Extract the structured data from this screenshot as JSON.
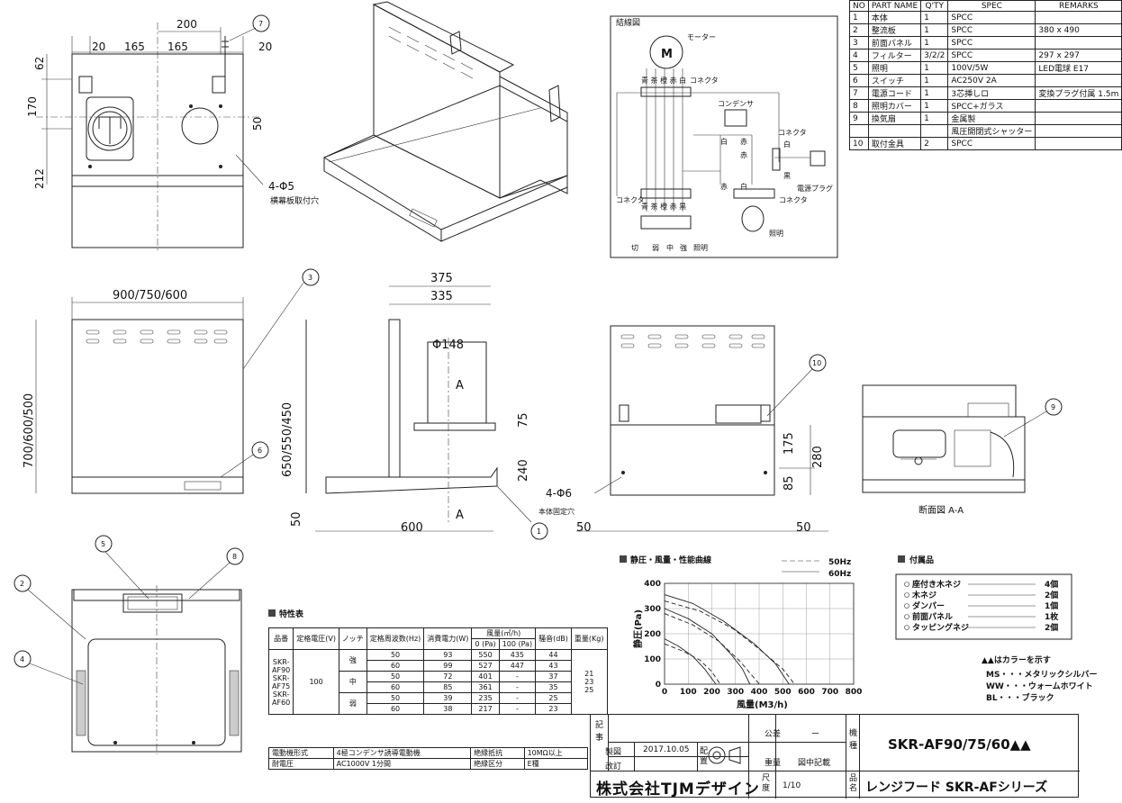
{
  "parts_table": {
    "headers": [
      "NO",
      "PART NAME",
      "Q'TY",
      "SPEC",
      "REMARKS"
    ],
    "rows": [
      [
        "1",
        "本体",
        "1",
        "SPCC",
        ""
      ],
      [
        "2",
        "整流板",
        "1",
        "SPCC",
        "380 x 490"
      ],
      [
        "3",
        "前面パネル",
        "1",
        "SPCC",
        ""
      ],
      [
        "4",
        "フィルター",
        "3/2/2",
        "SPCC",
        "297 x 297"
      ],
      [
        "5",
        "照明",
        "1",
        "100V/5W",
        "LED電球 E17"
      ],
      [
        "6",
        "スイッチ",
        "1",
        "AC250V 2A",
        ""
      ],
      [
        "7",
        "電源コード",
        "1",
        "3芯挿しロ",
        "変換プラグ付属 1.5m"
      ],
      [
        "8",
        "照明カバー",
        "1",
        "SPCC+ガラス",
        ""
      ],
      [
        "9",
        "換気扇",
        "1",
        "金属製",
        ""
      ],
      [
        "",
        "",
        "",
        "風圧開閉式シャッター",
        ""
      ],
      [
        "10",
        "取付金具",
        "2",
        "SPCC",
        ""
      ]
    ]
  },
  "wiring": {
    "title": "結線図",
    "motor_symbol": "M",
    "motor_label": "モーター",
    "top_colors": "青 茶 橙 赤 白",
    "connector": "コネクタ",
    "capacitor": "コンデンサ",
    "white": "白",
    "red": "赤",
    "black": "黒",
    "plug": "電源プラグ",
    "bottom_colors": "青 茶 橙 赤 黒",
    "light": "照明",
    "switch_labels": [
      "切",
      "弱",
      "中",
      "強",
      "照明"
    ]
  },
  "top_view": {
    "dims": [
      "200",
      "20",
      "165",
      "165",
      "20",
      "62",
      "170",
      "50",
      "212"
    ],
    "hole_note": "4-Φ5",
    "hole_desc": "横幕板取付穴"
  },
  "front_view": {
    "width_dim": "900/750/600",
    "height_dim": "700/600/500"
  },
  "side_view": {
    "dims": [
      "375",
      "335",
      "Φ148",
      "650/550/450",
      "75",
      "240",
      "50",
      "600"
    ],
    "section_mark": "A",
    "fix_hole": "4-Φ6",
    "fix_desc": "本体固定穴"
  },
  "rear_view": {
    "dims": [
      "175",
      "280",
      "85",
      "50",
      "50"
    ]
  },
  "section": {
    "caption": "断面図 A-A"
  },
  "callouts": [
    "1",
    "2",
    "3",
    "4",
    "5",
    "6",
    "7",
    "8",
    "9",
    "10"
  ],
  "spec_table": {
    "title": "特性表",
    "headers": {
      "model": "品番",
      "voltage": "定格電圧(V)",
      "notch": "ノッチ",
      "freq": "定格周波数(Hz)",
      "power": "消費電力(W)",
      "airflow": "風量(㎥/h)",
      "p0": "0 (Pa)",
      "p100": "100 (Pa)",
      "noise": "騒音(dB)",
      "weight": "重量(Kg)"
    },
    "models": "SKR-AF90 SKR-AF75 SKR-AF60",
    "voltage": "100",
    "notches": [
      "強",
      "中",
      "弱"
    ],
    "rows": [
      [
        "50",
        "93",
        "550",
        "435",
        "44"
      ],
      [
        "60",
        "99",
        "527",
        "447",
        "43"
      ],
      [
        "50",
        "72",
        "401",
        "-",
        "37"
      ],
      [
        "60",
        "85",
        "361",
        "-",
        "35"
      ],
      [
        "50",
        "39",
        "235",
        "-",
        "25"
      ],
      [
        "60",
        "38",
        "217",
        "-",
        "23"
      ]
    ],
    "weights": [
      "21",
      "23",
      "25"
    ],
    "motor_type_label": "電動機形式",
    "motor_type": "4極コンデンサ誘導電動機",
    "insulation_label": "絶縁抵抗",
    "insulation": "10MΩ以上",
    "withstand_label": "耐電圧",
    "withstand": "AC1000V 1分間",
    "class_label": "絶縁区分",
    "class": "E種"
  },
  "chart_data": {
    "type": "line",
    "title": "静圧・風量・性能曲線",
    "xlabel": "風量(M3/h)",
    "ylabel": "静圧(Pa)",
    "xlim": [
      0,
      800
    ],
    "ylim": [
      0,
      400
    ],
    "xticks": [
      0,
      100,
      200,
      300,
      400,
      500,
      600,
      700,
      800
    ],
    "yticks": [
      0,
      100,
      200,
      300,
      400
    ],
    "grid": true,
    "legend_position": "top-right",
    "series": [
      {
        "name": "60Hz",
        "style": "solid",
        "points": [
          [
            0,
            355
          ],
          [
            120,
            320
          ],
          [
            250,
            250
          ],
          [
            380,
            160
          ],
          [
            470,
            80
          ],
          [
            527,
            0
          ]
        ]
      },
      {
        "name": "50Hz",
        "style": "dashed",
        "points": [
          [
            0,
            330
          ],
          [
            150,
            290
          ],
          [
            290,
            220
          ],
          [
            400,
            140
          ],
          [
            500,
            60
          ],
          [
            550,
            0
          ]
        ]
      },
      {
        "name": "60Hz",
        "style": "solid",
        "points": [
          [
            0,
            300
          ],
          [
            100,
            260
          ],
          [
            200,
            200
          ],
          [
            280,
            120
          ],
          [
            330,
            60
          ],
          [
            361,
            0
          ]
        ]
      },
      {
        "name": "50Hz",
        "style": "dashed",
        "points": [
          [
            0,
            280
          ],
          [
            120,
            235
          ],
          [
            230,
            170
          ],
          [
            320,
            90
          ],
          [
            401,
            0
          ]
        ]
      },
      {
        "name": "60Hz",
        "style": "solid",
        "points": [
          [
            0,
            180
          ],
          [
            60,
            150
          ],
          [
            120,
            110
          ],
          [
            170,
            60
          ],
          [
            217,
            0
          ]
        ]
      },
      {
        "name": "50Hz",
        "style": "dashed",
        "points": [
          [
            0,
            160
          ],
          [
            80,
            130
          ],
          [
            150,
            95
          ],
          [
            200,
            50
          ],
          [
            235,
            0
          ]
        ]
      }
    ]
  },
  "accessories": {
    "title": "付属品",
    "items": [
      {
        "name": "座付き木ネジ",
        "qty": "4個"
      },
      {
        "name": "木ネジ",
        "qty": "2個"
      },
      {
        "name": "ダンパー",
        "qty": "1個"
      },
      {
        "name": "前面パネル",
        "qty": "1枚"
      },
      {
        "name": "タッピングネジ",
        "qty": "2個"
      }
    ],
    "color_note": "▲▲はカラーを示す",
    "colors": [
      "MS・・・メタリックシルバー",
      "WW・・・ウォームホワイト",
      "BL・・・ブラック"
    ]
  },
  "title_block": {
    "ki": "記",
    "ji": "事",
    "made_label": "製図",
    "date": "2017.10.05",
    "revised_label": "改訂",
    "placement": "配置",
    "tolerance_label": "公差",
    "tolerance": "ー",
    "weight_label": "重量",
    "weight": "図中記載",
    "scale_label": "尺度",
    "scale": "1/10",
    "model_label": "機種",
    "model": "SKR-AF90/75/60▲▲",
    "name_label": "品名",
    "product_name": "レンジフード SKR-AFシリーズ",
    "company": "株式会社TJMデザイン"
  }
}
